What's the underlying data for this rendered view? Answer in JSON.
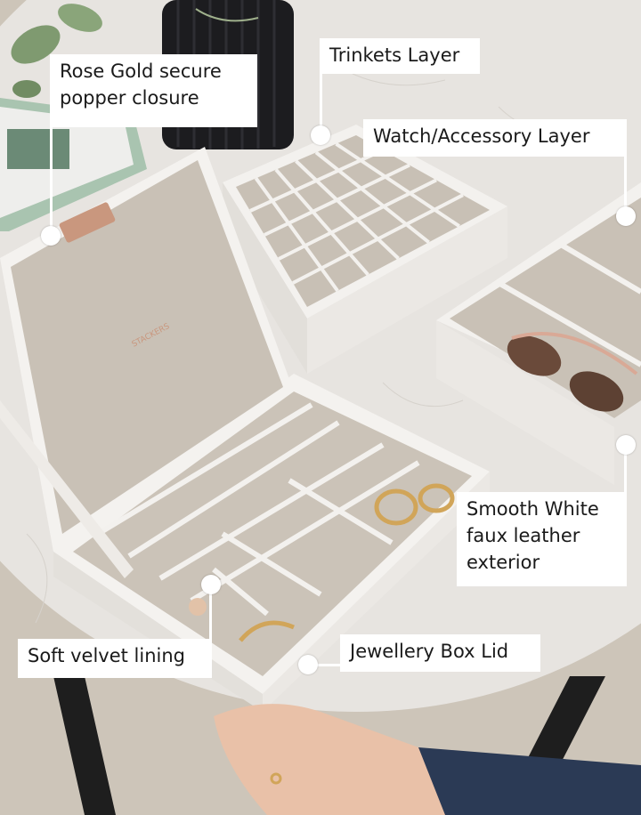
{
  "callouts": {
    "popper": {
      "lines": [
        "Rose Gold secure",
        "popper closure"
      ]
    },
    "trinkets": {
      "text": "Trinkets Layer"
    },
    "watch": {
      "text": "Watch/Accessory Layer"
    },
    "exterior": {
      "lines": [
        "Smooth White",
        "faux leather",
        "exterior"
      ]
    },
    "lid": {
      "text": "Jewellery Box Lid"
    },
    "velvet": {
      "text": "Soft velvet lining"
    }
  },
  "brand_mark": "STACKERS",
  "colors": {
    "label_bg": "#ffffff",
    "label_text": "#1a1a1a",
    "velvet": "#c9c1b6",
    "box_white": "#f4f2ef",
    "marble": "#e6e3df",
    "rose_gold": "#c9977e"
  }
}
